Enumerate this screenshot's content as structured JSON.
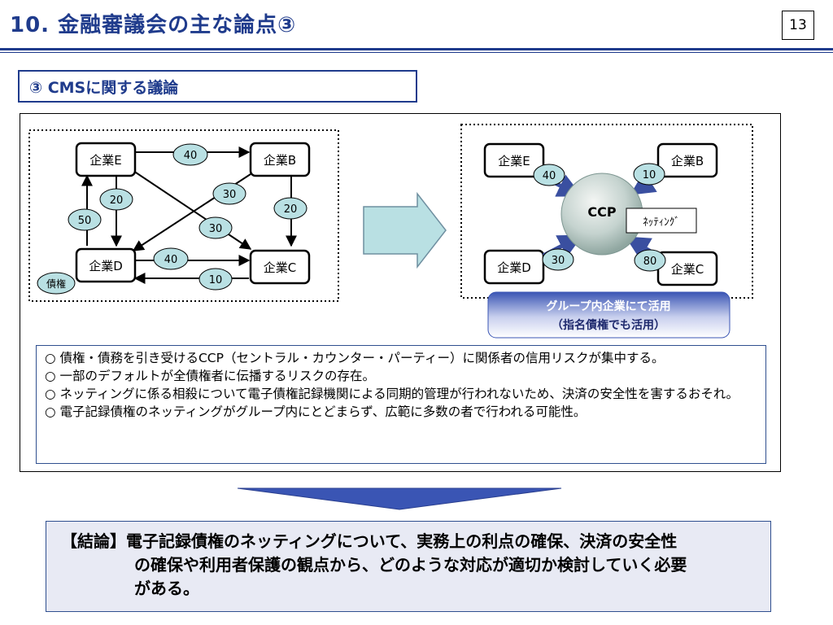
{
  "header": {
    "title": "10. 金融審議会の主な論点③",
    "page_number": "13"
  },
  "section": {
    "title": "③ CMSに関する議論"
  },
  "diagram_left": {
    "nodes": {
      "E": "企業E",
      "B": "企業B",
      "D": "企業D",
      "C": "企業C"
    },
    "flows": {
      "e_b": "40",
      "e_d": "20",
      "d_e": "50",
      "b_d": "30",
      "e_c": "30",
      "b_c": "20",
      "d_c": "40",
      "c_d": "10"
    },
    "claims_label": "債権"
  },
  "diagram_right": {
    "nodes": {
      "E": "企業E",
      "B": "企業B",
      "D": "企業D",
      "C": "企業C"
    },
    "ccp": "CCP",
    "netting": "ﾈｯﾃｨﾝｸﾞ",
    "flows": {
      "e": "40",
      "b": "10",
      "d": "30",
      "c": "80"
    },
    "group_label_1": "グループ内企業にて活用",
    "group_label_2": "（指名債権でも活用）"
  },
  "notes": [
    "○ 債権・債務を引き受けるCCP（セントラル・カウンター・パーティー）に関係者の信用リスクが集中する。",
    "○ 一部のデフォルトが全債権者に伝播するリスクの存在。",
    "○ ネッティングに係る相殺について電子債権記録機関による同期的管理が行われないため、決済の安全性を害するおそれ。",
    "○ 電子記録債権のネッティングがグループ内にとどまらず、広範に多数の者で行われる可能性。"
  ],
  "conclusion": {
    "line1": "【結論】電子記録債権のネッティングについて、実務上の利点の確保、決済の安全性",
    "line2": "の確保や利用者保護の観点から、どのような対応が適切か検討していく必要",
    "line3": "がある。"
  },
  "colors": {
    "accent": "#1f3b8c",
    "ellipse_fill": "#b9e0e3",
    "arrow_fill": "#b9e0e3",
    "down_arrow": "#3a55b4"
  }
}
